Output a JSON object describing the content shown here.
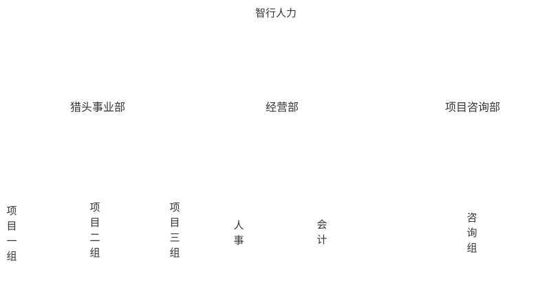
{
  "org": {
    "root": "智行人力",
    "departments": [
      {
        "label": "猎头事业部",
        "children": [
          "项目一组",
          "项目二组",
          "项目三组"
        ]
      },
      {
        "label": "经营部",
        "children": [
          "人事",
          "会计"
        ]
      },
      {
        "label": "项目咨询部",
        "children": [
          "咨询组"
        ]
      }
    ]
  },
  "colors": {
    "text": "#333333",
    "background": "#ffffff"
  }
}
